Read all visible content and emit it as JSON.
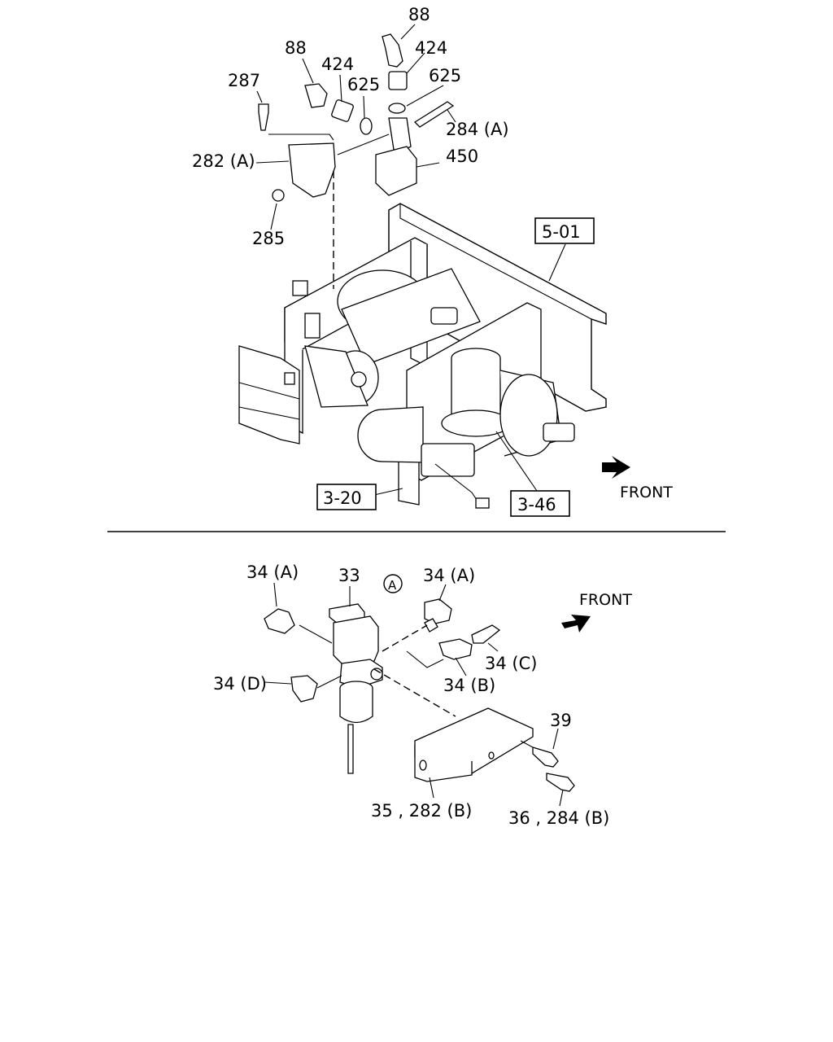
{
  "top_view": {
    "labels": [
      "88",
      "88",
      "424",
      "424",
      "625",
      "625",
      "287",
      "284 (A)",
      "282 (A)",
      "450",
      "285"
    ],
    "ref_boxes": [
      "5-01",
      "3-20",
      "3-46"
    ],
    "front_label": "FRONT"
  },
  "bottom_view": {
    "labels": [
      "34 (A)",
      "33",
      "34 (A)",
      "34 (C)",
      "34 (B)",
      "34 (D)",
      "39",
      "35 , 282 (B)",
      "36 , 284 (B)"
    ],
    "circle_marker": "A",
    "front_label": "FRONT"
  },
  "icons": {
    "front_arrow": "arrow-right-icon"
  }
}
